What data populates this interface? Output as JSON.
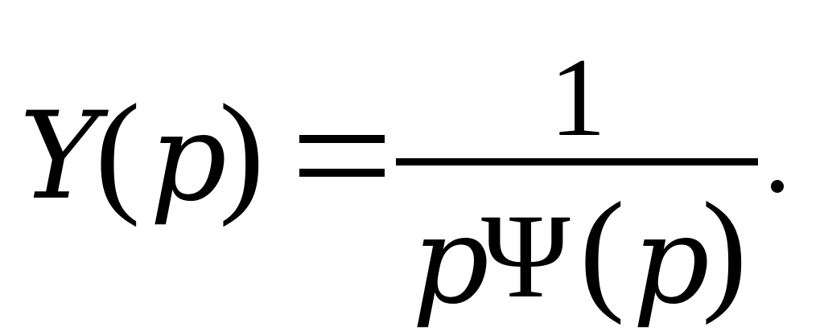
{
  "formula": {
    "lhs": {
      "function": "Y",
      "open_paren": "(",
      "argument": "p",
      "close_paren": ")"
    },
    "relation": "=",
    "fraction": {
      "numerator": "1",
      "denominator": {
        "factor": "p",
        "function": "Ψ",
        "open_paren": "(",
        "argument": "p",
        "close_paren": ")"
      }
    },
    "terminator": "."
  }
}
